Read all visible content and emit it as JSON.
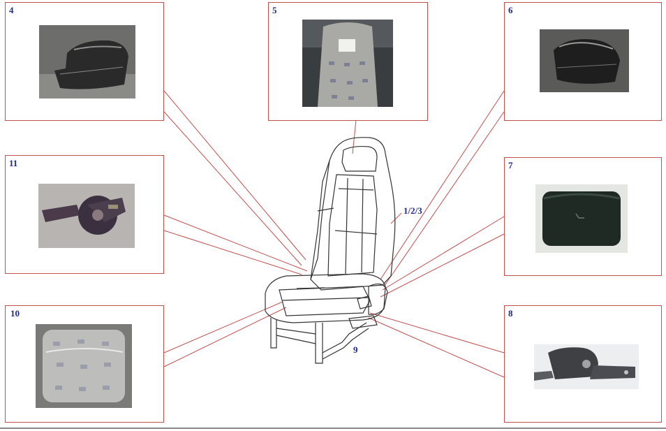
{
  "labels": {
    "p4": "4",
    "p5": "5",
    "p6": "6",
    "p11": "11",
    "p7": "7",
    "p10": "10",
    "p8": "8",
    "seat_frame": "1/2/3",
    "base_tube": "9"
  },
  "colors": {
    "leader_line": "#c0504d",
    "label_text": "#1f2a8c"
  }
}
